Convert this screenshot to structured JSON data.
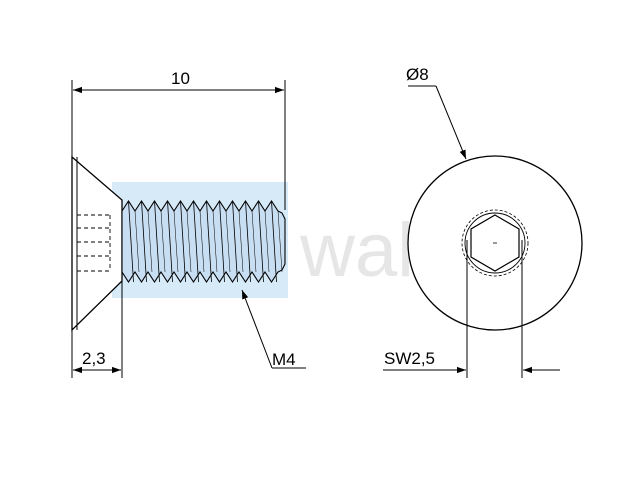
{
  "drawing": {
    "overall_length_label": "10",
    "head_height_label": "2,3",
    "thread_label": "M4",
    "head_diameter_label": "Ø8",
    "socket_size_label": "SW2,5",
    "watermark": "walker"
  },
  "colors": {
    "line": "#000000",
    "thread_fill": "#c8def2",
    "highlight": "#cfe6f7",
    "watermark": "#e6e6e6"
  }
}
